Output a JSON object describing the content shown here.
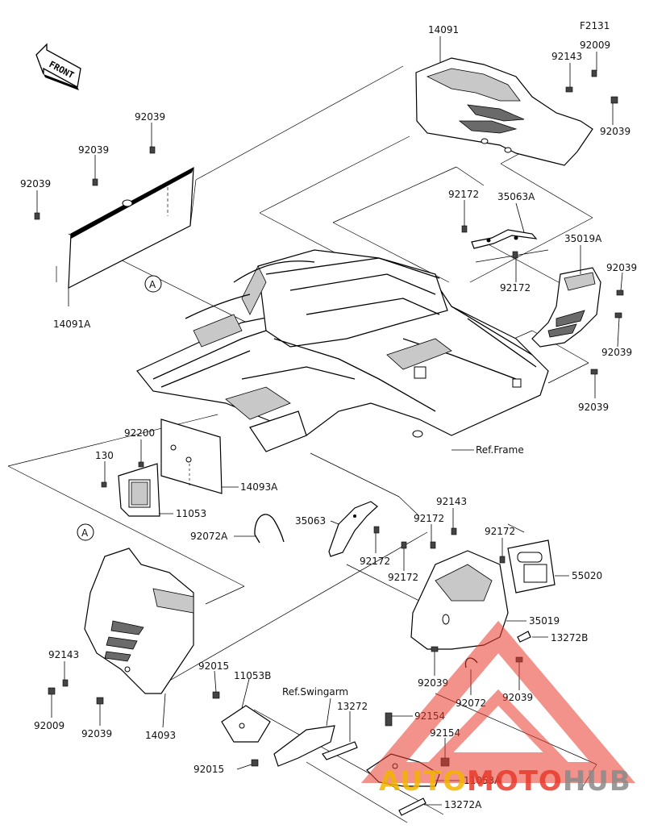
{
  "diagram_id": "F2131",
  "front_label": "FRONT",
  "references": {
    "frame": "Ref.Frame",
    "swingarm": "Ref.Swingarm"
  },
  "callout": "A",
  "parts": {
    "p14091": "14091",
    "p92009_top": "92009",
    "p92143_top": "92143",
    "p92039_top_right": "92039",
    "p92039_a": "92039",
    "p92039_b": "92039",
    "p92039_c": "92039",
    "p14091A": "14091A",
    "p92172_a": "92172",
    "p35063A": "35063A",
    "p35019A": "35019A",
    "p92039_d": "92039",
    "p92172_b": "92172",
    "p92039_e": "92039",
    "p92039_f": "92039",
    "p92200": "92200",
    "p130": "130",
    "p14093A": "14093A",
    "p11053": "11053",
    "p92072A": "92072A",
    "p35063": "35063",
    "p92143_mid": "92143",
    "p92172_c": "92172",
    "p92172_d": "92172",
    "p92172_e": "92172",
    "p92172_f": "92172",
    "p55020": "55020",
    "p35019": "35019",
    "p13272B": "13272B",
    "p92039_g": "92039",
    "p92072": "92072",
    "p92039_h": "92039",
    "p92143_low": "92143",
    "p92009_low": "92009",
    "p92039_i": "92039",
    "p14093": "14093",
    "p92015_a": "92015",
    "p11053B": "11053B",
    "p13272": "13272",
    "p92154_a": "92154",
    "p92154_b": "92154",
    "p92015_b": "92015",
    "p11053A": "11053A",
    "p13272A": "13272A"
  },
  "watermark": {
    "part1": "AUTO",
    "part2": "MOTO",
    "part3": "HUB",
    "color1": "#f2b400",
    "color2": "#e83a2b",
    "color3": "#8a8a8a"
  }
}
